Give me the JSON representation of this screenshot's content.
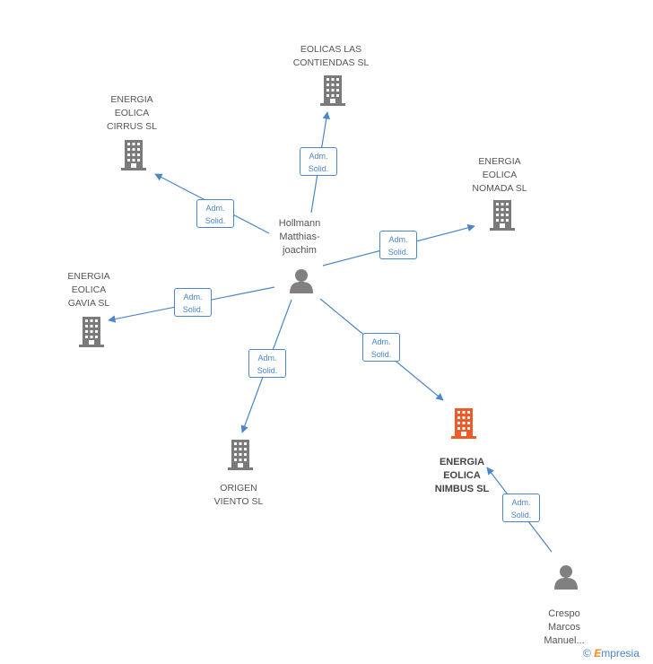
{
  "colors": {
    "edge": "#4a86c8",
    "company": "#7a7a7a",
    "main_company": "#f05a28",
    "person": "#808080"
  },
  "persons": [
    {
      "id": "p1",
      "name": "Hollmann\nMatthias-\njoachim"
    },
    {
      "id": "p2",
      "name": "Crespo\nMarcos\nManuel..."
    }
  ],
  "companies": [
    {
      "id": "c_contiendas",
      "name": "EOLICAS LAS\nCONTIENDAS SL",
      "highlight": false
    },
    {
      "id": "c_cirrus",
      "name": "ENERGIA\nEOLICA\nCIRRUS SL",
      "highlight": false
    },
    {
      "id": "c_nomada",
      "name": "ENERGIA\nEOLICA\nNOMADA SL",
      "highlight": false
    },
    {
      "id": "c_gavia",
      "name": "ENERGIA\nEOLICA\nGAVIA SL",
      "highlight": false
    },
    {
      "id": "c_origen",
      "name": "ORIGEN\nVIENTO  SL",
      "highlight": false
    },
    {
      "id": "c_nimbus",
      "name": "ENERGIA\nEOLICA\nNIMBUS SL",
      "highlight": true
    }
  ],
  "edges": [
    {
      "from": "p1",
      "to": "c_contiendas",
      "label": "Adm.\nSolid."
    },
    {
      "from": "p1",
      "to": "c_cirrus",
      "label": "Adm.\nSolid."
    },
    {
      "from": "p1",
      "to": "c_nomada",
      "label": "Adm.\nSolid."
    },
    {
      "from": "p1",
      "to": "c_gavia",
      "label": "Adm.\nSolid."
    },
    {
      "from": "p1",
      "to": "c_origen",
      "label": "Adm.\nSolid."
    },
    {
      "from": "p1",
      "to": "c_nimbus",
      "label": "Adm.\nSolid."
    },
    {
      "from": "p2",
      "to": "c_nimbus",
      "label": "Adm.\nSolid."
    }
  ],
  "brand": {
    "copyright": "©",
    "name_first": "E",
    "name_rest": "mpresia"
  }
}
